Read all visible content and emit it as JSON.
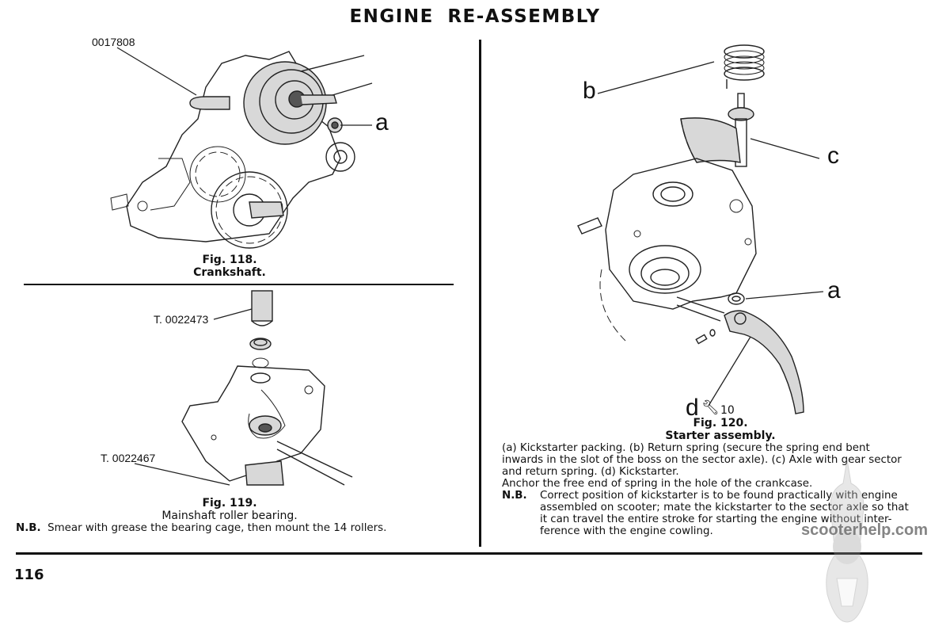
{
  "page": {
    "title": "ENGINE RE-ASSEMBLY",
    "page_number": "116",
    "watermark": "scooterhelp.com"
  },
  "figures": {
    "fig118": {
      "number": "Fig. 118.",
      "caption": "Crankshaft.",
      "part_labels": {
        "tool": "0017808",
        "a": "a"
      }
    },
    "fig119": {
      "number": "Fig. 119.",
      "caption": "Mainshaft roller bearing.",
      "part_labels": {
        "tool_top": "T. 0022473",
        "tool_bottom": "T. 0022467"
      },
      "note": {
        "label": "N.B.",
        "text": "Smear with grease the bearing cage, then mount the 14 rollers."
      }
    },
    "fig120": {
      "number": "Fig. 120.",
      "caption": "Starter assembly.",
      "part_labels": {
        "a": "a",
        "b": "b",
        "c": "c",
        "d": "d",
        "spanner_size": "10"
      },
      "legend_lines": [
        "(a) Kickstarter packing.  (b) Return spring (secure the spring end bent",
        "inwards in the slot of the boss on the sector axle).  (c) Axle with gear sector",
        "and return spring.   (d) Kickstarter."
      ],
      "anchor_note": "Anchor the free end of spring in the hole of the crankcase.",
      "note": {
        "label": "N.B.",
        "lines": [
          "Correct position of kickstarter is to be found practically with engine",
          "assembled on scooter; mate the kickstarter to the sector axle so that",
          "it can travel the entire stroke for starting the engine without inter-",
          "ference with the engine cowling."
        ]
      }
    }
  }
}
